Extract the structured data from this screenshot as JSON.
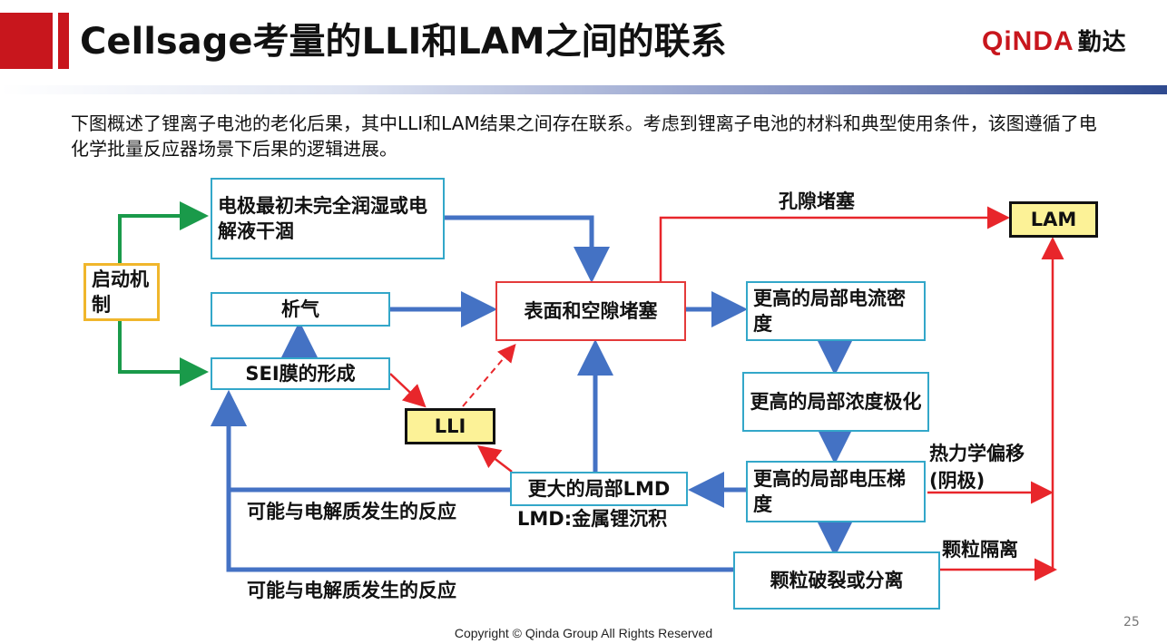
{
  "header": {
    "title": "Cellsage考量的LLI和LAM之间的联系"
  },
  "logo": {
    "latin": "QiNDA",
    "cn": "勤达"
  },
  "intro": {
    "text": "下图概述了锂离子电池的老化后果，其中LLI和LAM结果之间存在联系。考虑到锂离子电池的材料和典型使用条件，该图遵循了电化学批量反应器场景下后果的逻辑进展。"
  },
  "diagram": {
    "nodes": {
      "trigger": "启动机制",
      "wetting": "电极最初未完全润湿或电解液干涸",
      "gassing": "析气",
      "sei": "SEI膜的形成",
      "lli": "LLI",
      "surface_clog": "表面和空隙堵塞",
      "lam": "LAM",
      "current_density": "更高的局部电流密度",
      "concentration": "更高的局部浓度极化",
      "voltage_gradient": "更高的局部电压梯度",
      "lmd_large": "更大的局部LMD",
      "cracking": "颗粒破裂或分离"
    },
    "labels": {
      "pore_clog": "孔隙堵塞",
      "thermo_line1": "热力学偏移",
      "thermo_line2": "(阴极)",
      "particle_isolation": "颗粒隔离",
      "lmd_def": "LMD:金属锂沉积",
      "side_reaction_1": "可能与电解质发生的反应",
      "side_reaction_2": "可能与电解质发生的反应"
    },
    "colors": {
      "blue_arrow": "#4472c4",
      "red_arrow": "#e8262b",
      "green_arrow": "#1a9a4a",
      "box_border": "#33a7c9"
    }
  },
  "footer": {
    "page": "25",
    "copyright": "Copyright © Qinda Group  All Rights Reserved"
  }
}
